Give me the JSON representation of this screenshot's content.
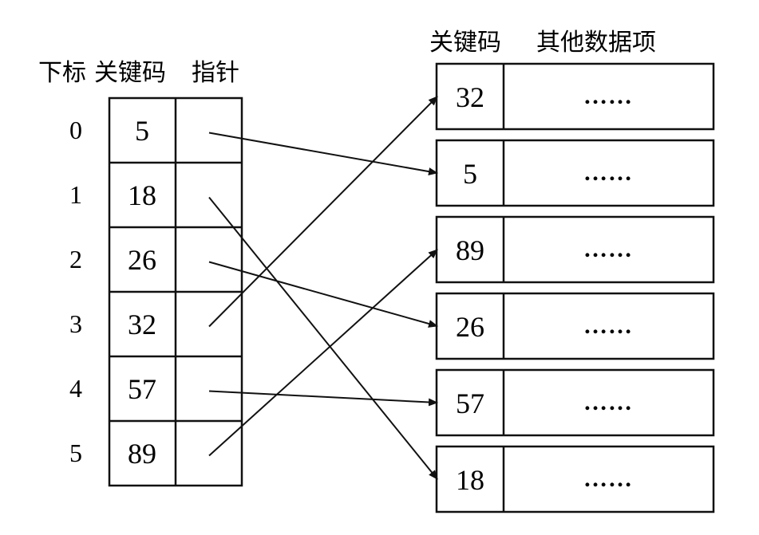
{
  "left_header": {
    "index_label": "下标",
    "key_label": "关键码",
    "pointer_label": "指针"
  },
  "right_header": {
    "key_label": "关键码",
    "other_label": "其他数据项"
  },
  "index_table": [
    {
      "index": "0",
      "key": "5"
    },
    {
      "index": "1",
      "key": "18"
    },
    {
      "index": "2",
      "key": "26"
    },
    {
      "index": "3",
      "key": "32"
    },
    {
      "index": "4",
      "key": "57"
    },
    {
      "index": "5",
      "key": "89"
    }
  ],
  "records": [
    {
      "key": "32",
      "other": "……"
    },
    {
      "key": "5",
      "other": "……"
    },
    {
      "key": "89",
      "other": "……"
    },
    {
      "key": "26",
      "other": "……"
    },
    {
      "key": "57",
      "other": "……"
    },
    {
      "key": "18",
      "other": "……"
    }
  ],
  "pointers": [
    {
      "from_index": 0,
      "to_record": 1
    },
    {
      "from_index": 1,
      "to_record": 5
    },
    {
      "from_index": 2,
      "to_record": 3
    },
    {
      "from_index": 3,
      "to_record": 0
    },
    {
      "from_index": 4,
      "to_record": 4
    },
    {
      "from_index": 5,
      "to_record": 2
    }
  ]
}
